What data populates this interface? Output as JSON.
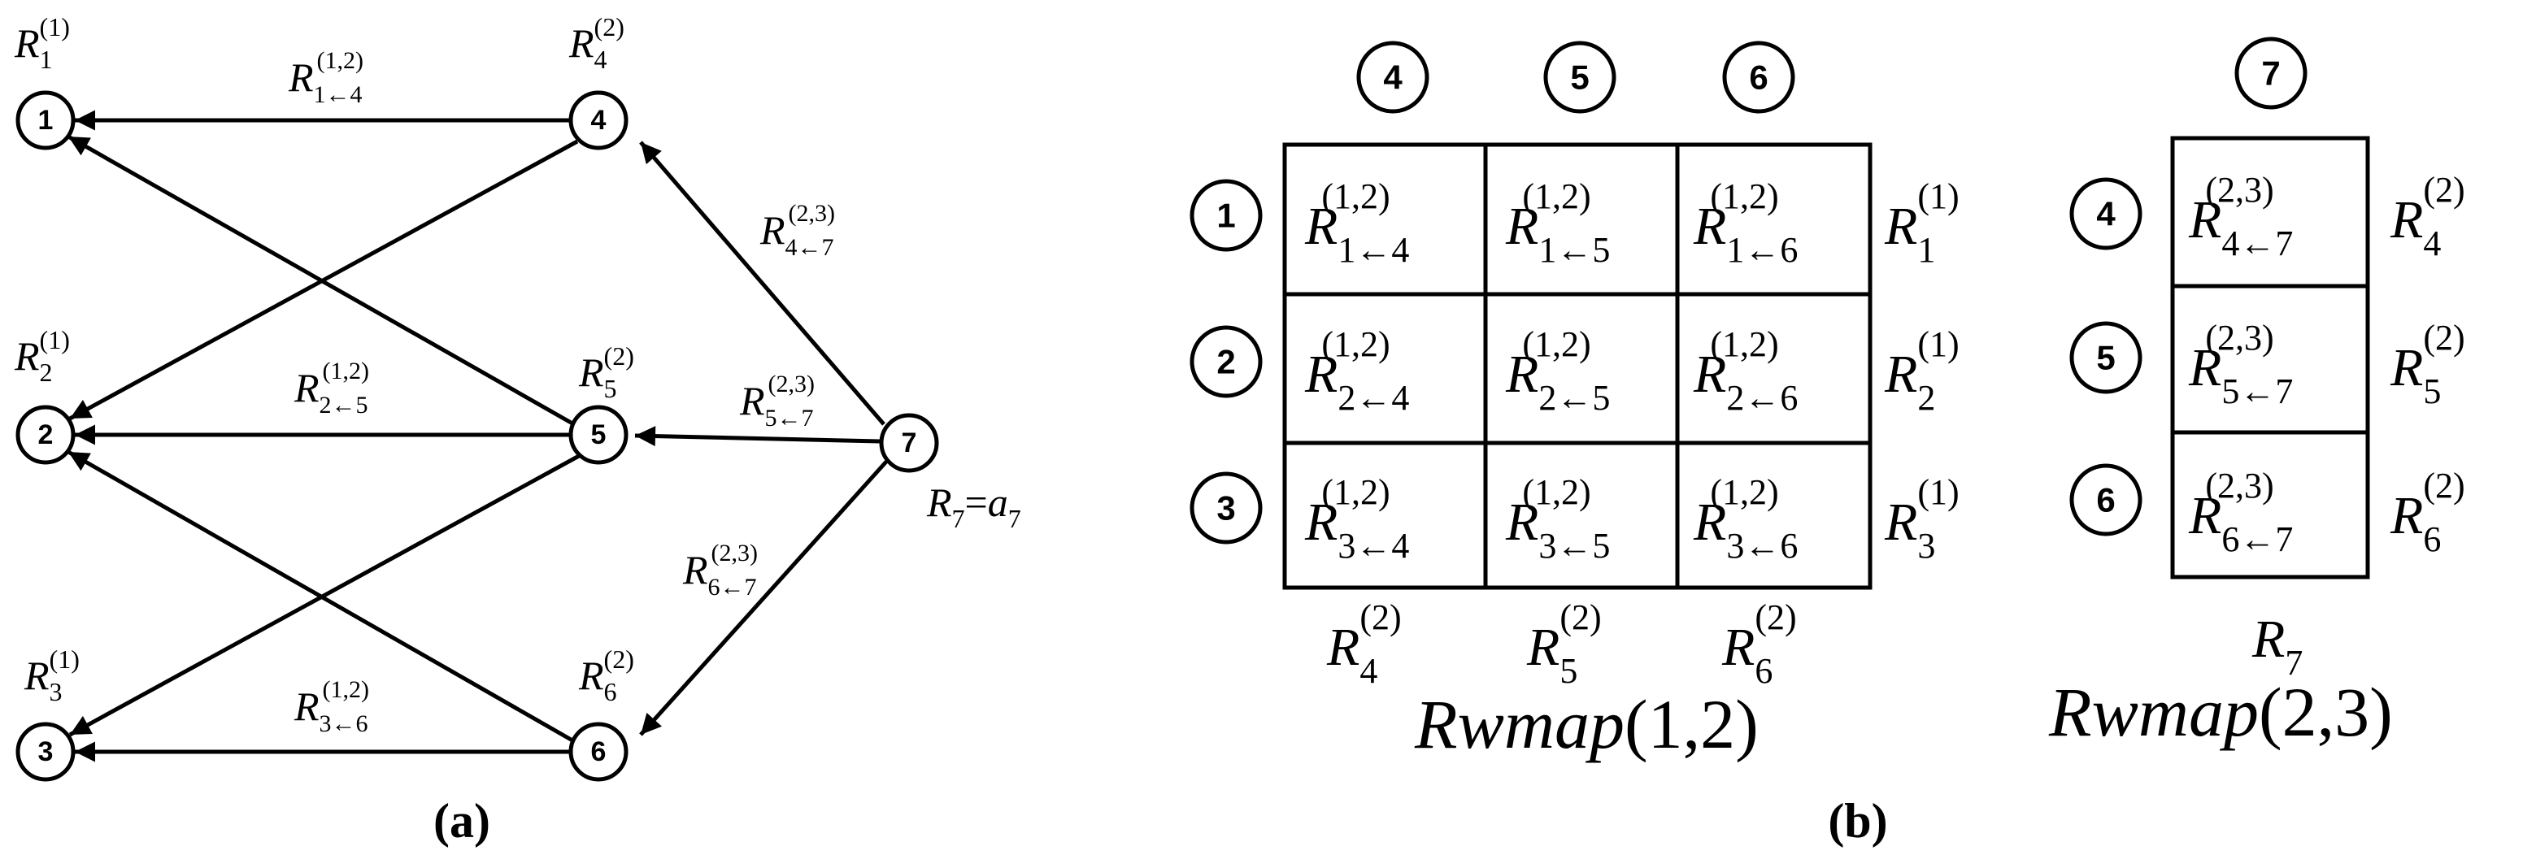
{
  "caption_a": "(a)",
  "caption_b": "(b)",
  "graph": {
    "nodes": [
      {
        "label": "1",
        "rsub": "1",
        "rsup": "(1)"
      },
      {
        "label": "2",
        "rsub": "2",
        "rsup": "(1)"
      },
      {
        "label": "3",
        "rsub": "3",
        "rsup": "(1)"
      },
      {
        "label": "4",
        "rsub": "4",
        "rsup": "(2)"
      },
      {
        "label": "5",
        "rsub": "5",
        "rsup": "(2)"
      },
      {
        "label": "6",
        "rsub": "6",
        "rsup": "(2)"
      },
      {
        "label": "7",
        "r7": "R",
        "r7sub": "7",
        "r7eq": "=",
        "r7a": "a",
        "r7asub": "7"
      }
    ],
    "edge_labels": [
      {
        "sup": "(1,2)",
        "sub": "1←4"
      },
      {
        "sup": "(1,2)",
        "sub": "2←5"
      },
      {
        "sup": "(1,2)",
        "sub": "3←6"
      },
      {
        "sup": "(2,3)",
        "sub": "4←7"
      },
      {
        "sup": "(2,3)",
        "sub": "5←7"
      },
      {
        "sup": "(2,3)",
        "sub": "6←7"
      }
    ]
  },
  "rwmap12": {
    "title_prefix": "Rwmap",
    "title_args": "(1,2)",
    "col_heads": [
      "4",
      "5",
      "6"
    ],
    "row_heads": [
      "1",
      "2",
      "3"
    ],
    "cells": [
      [
        {
          "sup": "(1,2)",
          "sub": "1←4"
        },
        {
          "sup": "(1,2)",
          "sub": "1←5"
        },
        {
          "sup": "(1,2)",
          "sub": "1←6"
        }
      ],
      [
        {
          "sup": "(1,2)",
          "sub": "2←4"
        },
        {
          "sup": "(1,2)",
          "sub": "2←5"
        },
        {
          "sup": "(1,2)",
          "sub": "2←6"
        }
      ],
      [
        {
          "sup": "(1,2)",
          "sub": "3←4"
        },
        {
          "sup": "(1,2)",
          "sub": "3←5"
        },
        {
          "sup": "(1,2)",
          "sub": "3←6"
        }
      ]
    ],
    "right_labels": [
      {
        "sub": "1",
        "sup": "(1)"
      },
      {
        "sub": "2",
        "sup": "(1)"
      },
      {
        "sub": "3",
        "sup": "(1)"
      }
    ],
    "bottom_labels": [
      {
        "sub": "4",
        "sup": "(2)"
      },
      {
        "sub": "5",
        "sup": "(2)"
      },
      {
        "sub": "6",
        "sup": "(2)"
      }
    ]
  },
  "rwmap23": {
    "title_prefix": "Rwmap",
    "title_args": "(2,3)",
    "col_heads": [
      "7"
    ],
    "row_heads": [
      "4",
      "5",
      "6"
    ],
    "cells": [
      [
        {
          "sup": "(2,3)",
          "sub": "4←7"
        }
      ],
      [
        {
          "sup": "(2,3)",
          "sub": "5←7"
        }
      ],
      [
        {
          "sup": "(2,3)",
          "sub": "6←7"
        }
      ]
    ],
    "right_labels": [
      {
        "sub": "4",
        "sup": "(2)"
      },
      {
        "sub": "5",
        "sup": "(2)"
      },
      {
        "sub": "6",
        "sup": "(2)"
      }
    ],
    "bottom_labels": [
      {
        "sub": "7"
      }
    ]
  },
  "symbol_R": "R"
}
